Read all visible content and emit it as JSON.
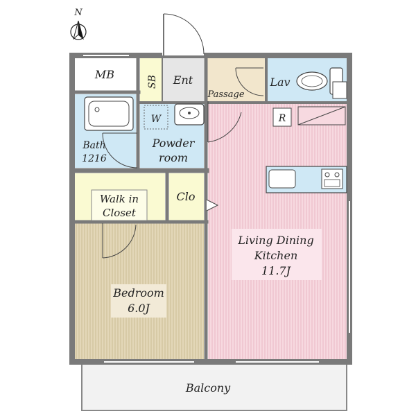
{
  "compass": {
    "north": "N"
  },
  "rooms": {
    "mb": "MB",
    "sb": "SB",
    "ent": "Ent",
    "passage": "Passage",
    "lav": "Lav",
    "r": "R",
    "w": "W",
    "bath_line1": "Bath",
    "bath_line2": "1216",
    "powder_line1": "Powder",
    "powder_line2": "room",
    "walkin_line1": "Walk in",
    "walkin_line2": "Closet",
    "clo": "Clo",
    "bedroom_line1": "Bedroom",
    "bedroom_line2": "6.0J",
    "ldk_line1": "Living Dining",
    "ldk_line2": "Kitchen",
    "ldk_line3": "11.7J",
    "balcony": "Balcony"
  },
  "colors": {
    "wall": "#7a7a7a",
    "bath": "#cfe8f5",
    "closet": "#fafad2",
    "passage": "#f2e6cc",
    "ldk": "#f6d3dc",
    "bedroom": "#dccfae",
    "entry": "#e6e6e6",
    "balcony": "#f3f3f3"
  }
}
